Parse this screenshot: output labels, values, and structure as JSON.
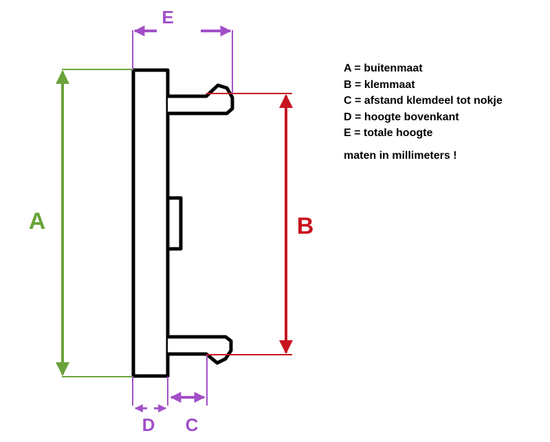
{
  "colors": {
    "green": "#6aa33a",
    "red": "#c8141e",
    "purple": "#a24fc8",
    "outline": "#000000"
  },
  "dimensions": {
    "A": "A",
    "B": "B",
    "C": "C",
    "D": "D",
    "E": "E"
  },
  "legend": [
    "A = buitenmaat",
    "B = klemmaat",
    "C = afstand klemdeel tot nokje",
    "D = hoogte bovenkant",
    "E = totale hoogte"
  ],
  "note": "maten in millimeters !"
}
